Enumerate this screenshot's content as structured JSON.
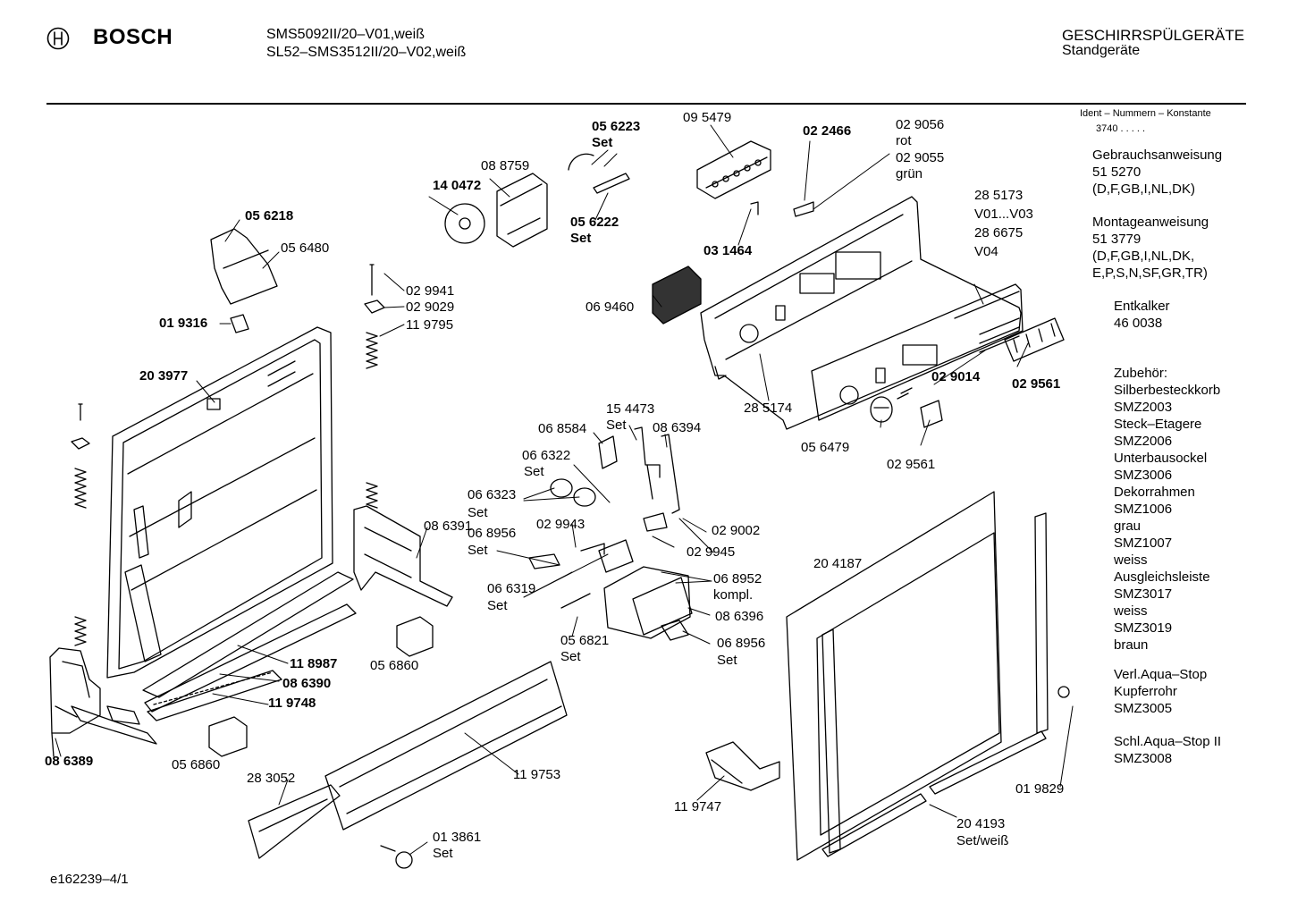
{
  "header": {
    "brand": "BOSCH",
    "model_line_1": "SMS5092II/20–V01,weiß",
    "model_line_2": "SL52–SMS3512II/20–V02,weiß",
    "category": "GESCHIRRSPÜLGERÄTE",
    "subcategory": "Standgeräte",
    "logo_icon": "bosch-armature-icon"
  },
  "ident_header": {
    "label": "Ident – Nummern – Konstante",
    "value": "3740  .  .  .  .  ."
  },
  "side_info": [
    {
      "lines": [
        "Gebrauchsanweisung",
        "51 5270",
        "(D,F,GB,I,NL,DK)"
      ]
    },
    {
      "lines": [
        "Montageanweisung",
        "51 3779",
        "(D,F,GB,I,NL,DK,",
        "E,P,S,N,SF,GR,TR)"
      ]
    },
    {
      "lines": [
        "Entkalker",
        "46 0038"
      ]
    },
    {
      "lines": [
        "Zubehör:",
        "Silberbesteckkorb",
        "SMZ2003",
        "Steck–Etagere",
        "SMZ2006",
        "Unterbausockel",
        "SMZ3006",
        "Dekorrahmen",
        "SMZ1006",
        "grau",
        "SMZ1007",
        "weiss",
        "Ausgleichsleiste",
        "SMZ3017",
        "weiss",
        "SMZ3019",
        "braun"
      ]
    },
    {
      "lines": [
        "Verl.Aqua–Stop",
        "Kupferrohr",
        "SMZ3005"
      ]
    },
    {
      "lines": [
        "Schl.Aqua–Stop II",
        "SMZ3008"
      ]
    }
  ],
  "parts": [
    {
      "id": "p056223",
      "text": "05 6223",
      "bold": true
    },
    {
      "id": "p056223s",
      "text": "Set",
      "bold": true
    },
    {
      "id": "p095479",
      "text": "09 5479",
      "bold": false
    },
    {
      "id": "p022466",
      "text": "02 2466",
      "bold": true
    },
    {
      "id": "p029056",
      "text": "02 9056",
      "bold": false
    },
    {
      "id": "p029056r",
      "text": "rot",
      "bold": false
    },
    {
      "id": "p029055",
      "text": "02 9055",
      "bold": false
    },
    {
      "id": "p029055g",
      "text": "grün",
      "bold": false
    },
    {
      "id": "p088759",
      "text": "08 8759",
      "bold": false
    },
    {
      "id": "p140472",
      "text": "14 0472",
      "bold": true
    },
    {
      "id": "p056222",
      "text": "05 6222",
      "bold": true
    },
    {
      "id": "p056222s",
      "text": "Set",
      "bold": true
    },
    {
      "id": "p031464",
      "text": "03 1464",
      "bold": true
    },
    {
      "id": "p285173",
      "text": "28 5173",
      "bold": false
    },
    {
      "id": "pV01V03",
      "text": "V01...V03",
      "bold": false
    },
    {
      "id": "p286675",
      "text": "28 6675",
      "bold": false
    },
    {
      "id": "pV04",
      "text": "V04",
      "bold": false
    },
    {
      "id": "p056218",
      "text": "05 6218",
      "bold": true
    },
    {
      "id": "p056480",
      "text": "05 6480",
      "bold": false
    },
    {
      "id": "p069460",
      "text": "06 9460",
      "bold": false
    },
    {
      "id": "p029941",
      "text": "02 9941",
      "bold": false
    },
    {
      "id": "p029029",
      "text": "02 9029",
      "bold": false
    },
    {
      "id": "p119795",
      "text": "11 9795",
      "bold": false
    },
    {
      "id": "p019316",
      "text": "01 9316",
      "bold": true
    },
    {
      "id": "p203977",
      "text": "20 3977",
      "bold": true
    },
    {
      "id": "p029014",
      "text": "02 9014",
      "bold": true
    },
    {
      "id": "p029561a",
      "text": "02 9561",
      "bold": true
    },
    {
      "id": "p285174",
      "text": "28 5174",
      "bold": false
    },
    {
      "id": "p154473",
      "text": "15 4473",
      "bold": false
    },
    {
      "id": "p154473s",
      "text": "Set",
      "bold": false
    },
    {
      "id": "p068584",
      "text": "06 8584",
      "bold": false
    },
    {
      "id": "p086394",
      "text": "08 6394",
      "bold": false
    },
    {
      "id": "p056479",
      "text": "05 6479",
      "bold": false
    },
    {
      "id": "p029561b",
      "text": "02 9561",
      "bold": false
    },
    {
      "id": "p066322",
      "text": "06 6322",
      "bold": false
    },
    {
      "id": "p066322s",
      "text": "Set",
      "bold": false
    },
    {
      "id": "p066323",
      "text": "06 6323",
      "bold": false
    },
    {
      "id": "p066323s",
      "text": "Set",
      "bold": false
    },
    {
      "id": "p086391",
      "text": "08 6391",
      "bold": false
    },
    {
      "id": "p029002",
      "text": "02 9002",
      "bold": false
    },
    {
      "id": "p029943",
      "text": "02 9943",
      "bold": false
    },
    {
      "id": "p068956a",
      "text": "06 8956",
      "bold": false
    },
    {
      "id": "p068956as",
      "text": "Set",
      "bold": false
    },
    {
      "id": "p029945",
      "text": "02 9945",
      "bold": false
    },
    {
      "id": "p204187",
      "text": "20 4187",
      "bold": false
    },
    {
      "id": "p068952",
      "text": "06 8952",
      "bold": false
    },
    {
      "id": "p068952k",
      "text": "kompl.",
      "bold": false
    },
    {
      "id": "p066319",
      "text": "06 6319",
      "bold": false
    },
    {
      "id": "p066319s",
      "text": "Set",
      "bold": false
    },
    {
      "id": "p086396",
      "text": "08 6396",
      "bold": false
    },
    {
      "id": "p056821",
      "text": "05 6821",
      "bold": false
    },
    {
      "id": "p056821s",
      "text": "Set",
      "bold": false
    },
    {
      "id": "p068956b",
      "text": "06 8956",
      "bold": false
    },
    {
      "id": "p068956bs",
      "text": "Set",
      "bold": false
    },
    {
      "id": "p118987",
      "text": "11 8987",
      "bold": true
    },
    {
      "id": "p056860a",
      "text": "05 6860",
      "bold": false
    },
    {
      "id": "p086390",
      "text": "08 6390",
      "bold": true
    },
    {
      "id": "p119748",
      "text": "11 9748",
      "bold": true
    },
    {
      "id": "p086389",
      "text": "08 6389",
      "bold": true
    },
    {
      "id": "p056860b",
      "text": "05 6860",
      "bold": false
    },
    {
      "id": "p283052",
      "text": "28 3052",
      "bold": false
    },
    {
      "id": "p119753",
      "text": "11 9753",
      "bold": false
    },
    {
      "id": "p019829",
      "text": "01 9829",
      "bold": false
    },
    {
      "id": "p119747",
      "text": "11 9747",
      "bold": false
    },
    {
      "id": "p204193",
      "text": "20 4193",
      "bold": false
    },
    {
      "id": "p204193s",
      "text": "Set/weiß",
      "bold": false
    },
    {
      "id": "p013861",
      "text": "01 3861",
      "bold": false
    },
    {
      "id": "p013861s",
      "text": "Set",
      "bold": false
    }
  ],
  "footer": {
    "drawing_id": "e162239–4/1"
  }
}
